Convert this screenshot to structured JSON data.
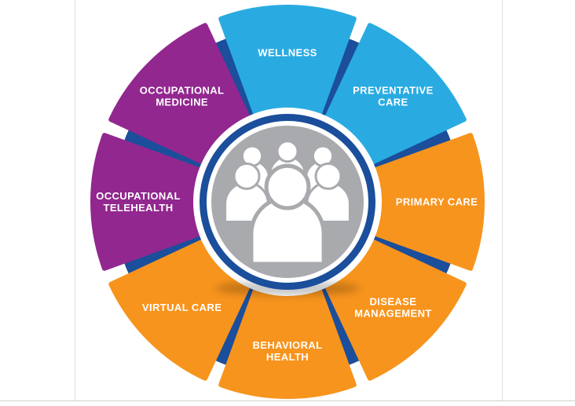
{
  "diagram": {
    "name": "care-services-wheel",
    "center_icon": "people-group-icon",
    "colors": {
      "cyan": "#29abe2",
      "orange": "#f7941d",
      "purple": "#92278f",
      "navy": "#1b4e9b",
      "center_gray": "#a8aaad",
      "label_text": "#ffffff"
    },
    "segments": [
      {
        "id": "wellness",
        "label": "WELLNESS",
        "lines": [
          "WELLNESS"
        ],
        "color": "cyan"
      },
      {
        "id": "preventative-care",
        "label": "PREVENTATIVE CARE",
        "lines": [
          "PREVENTATIVE",
          "CARE"
        ],
        "color": "cyan"
      },
      {
        "id": "primary-care",
        "label": "PRIMARY CARE",
        "lines": [
          "PRIMARY CARE"
        ],
        "color": "orange"
      },
      {
        "id": "disease-management",
        "label": "DISEASE MANAGEMENT",
        "lines": [
          "DISEASE",
          "MANAGEMENT"
        ],
        "color": "orange"
      },
      {
        "id": "behavioral-health",
        "label": "BEHAVIORAL HEALTH",
        "lines": [
          "BEHAVIORAL",
          "HEALTH"
        ],
        "color": "orange"
      },
      {
        "id": "virtual-care",
        "label": "VIRTUAL CARE",
        "lines": [
          "VIRTUAL CARE"
        ],
        "color": "orange"
      },
      {
        "id": "occupational-telehealth",
        "label": "OCCUPATIONAL TELEHEALTH",
        "lines": [
          "OCCUPATIONAL",
          "TELEHEALTH"
        ],
        "color": "purple"
      },
      {
        "id": "occupational-medicine",
        "label": "OCCUPATIONAL MEDICINE",
        "lines": [
          "OCCUPATIONAL",
          "MEDICINE"
        ],
        "color": "purple"
      }
    ]
  }
}
